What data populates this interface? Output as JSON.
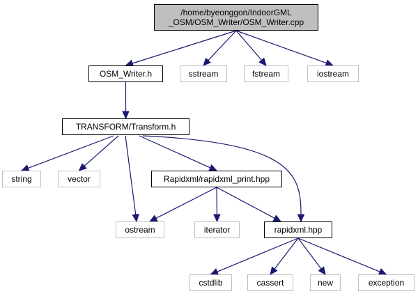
{
  "colors": {
    "edge": "#191970",
    "main_fill": "#bfbfbf",
    "local_border": "#000000",
    "system_border": "#bfbfbf"
  },
  "nodes": {
    "main": {
      "line1": "/home/byeonggon/IndoorGML",
      "line2": "_OSM/OSM_Writer/OSM_Writer.cpp"
    },
    "osm_writer_h": "OSM_Writer.h",
    "sstream": "sstream",
    "fstream": "fstream",
    "iostream": "iostream",
    "transform_h": "TRANSFORM/Transform.h",
    "string": "string",
    "vector": "vector",
    "rapidxml_print_hpp": "Rapidxml/rapidxml_print.hpp",
    "ostream": "ostream",
    "iterator": "iterator",
    "rapidxml_hpp": "rapidxml.hpp",
    "cstdlib": "cstdlib",
    "cassert": "cassert",
    "new": "new",
    "exception": "exception"
  },
  "edges": [
    [
      "main",
      "osm_writer_h"
    ],
    [
      "main",
      "sstream"
    ],
    [
      "main",
      "fstream"
    ],
    [
      "main",
      "iostream"
    ],
    [
      "osm_writer_h",
      "transform_h"
    ],
    [
      "transform_h",
      "string"
    ],
    [
      "transform_h",
      "vector"
    ],
    [
      "transform_h",
      "ostream"
    ],
    [
      "transform_h",
      "rapidxml_print_hpp"
    ],
    [
      "transform_h",
      "rapidxml_hpp"
    ],
    [
      "rapidxml_print_hpp",
      "ostream"
    ],
    [
      "rapidxml_print_hpp",
      "iterator"
    ],
    [
      "rapidxml_print_hpp",
      "rapidxml_hpp"
    ],
    [
      "rapidxml_hpp",
      "cstdlib"
    ],
    [
      "rapidxml_hpp",
      "cassert"
    ],
    [
      "rapidxml_hpp",
      "new"
    ],
    [
      "rapidxml_hpp",
      "exception"
    ]
  ]
}
